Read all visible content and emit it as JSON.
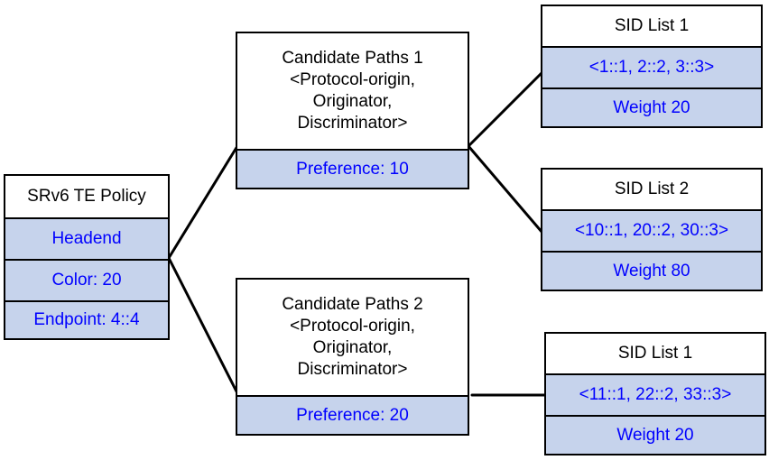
{
  "policy": {
    "title": "SRv6 TE Policy",
    "headend": "Headend",
    "color": "Color: 20",
    "endpoint": "Endpoint: 4::4"
  },
  "candidate_paths": [
    {
      "title": "Candidate Paths 1",
      "attr_line1": "<Protocol-origin,",
      "attr_line2": "Originator,",
      "attr_line3": "Discriminator>",
      "preference": "Preference: 10"
    },
    {
      "title": "Candidate Paths 2",
      "attr_line1": "<Protocol-origin,",
      "attr_line2": "Originator,",
      "attr_line3": "Discriminator>",
      "preference": "Preference: 20"
    }
  ],
  "sid_lists": [
    {
      "title": "SID List 1",
      "sids": "<1::1, 2::2, 3::3>",
      "weight": "Weight 20"
    },
    {
      "title": "SID List 2",
      "sids": "<10::1, 20::2, 30::3>",
      "weight": "Weight 80"
    },
    {
      "title": "SID List 1",
      "sids": "<11::1, 22::2, 33::3>",
      "weight": "Weight 20"
    }
  ],
  "colors": {
    "field_fill": "#c6d3ec",
    "field_text": "#0000ff",
    "border": "#000000"
  }
}
